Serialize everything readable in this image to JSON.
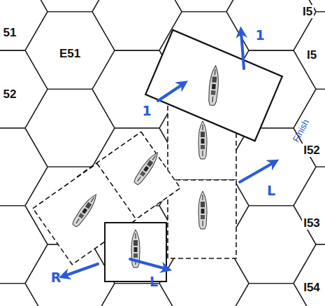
{
  "diagram": {
    "labels": [
      "51",
      "E51",
      "52",
      "I5",
      "I5",
      "I52",
      "I53",
      "I54",
      "1",
      "1",
      "L",
      "L",
      "R",
      "Finish"
    ]
  }
}
